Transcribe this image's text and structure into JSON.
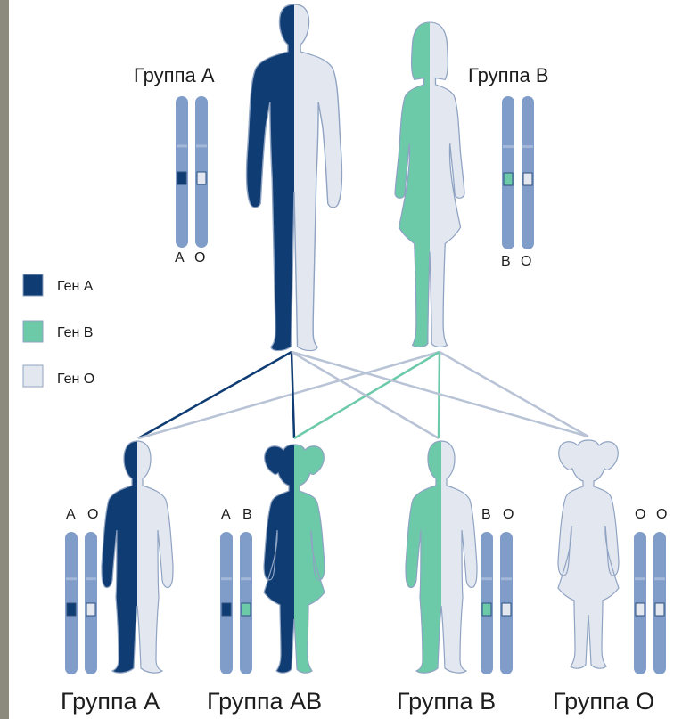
{
  "colors": {
    "gene_a": "#0f3c73",
    "gene_b": "#6ccaa9",
    "gene_o": "#e3e7f0",
    "chromosome": "#7f9dc8",
    "chromosome_band": "#a3b8d8",
    "outline": "#8fa3c2",
    "frame": "#8c8a7c"
  },
  "parents": {
    "father": {
      "group_label": "Группа A",
      "alleles": [
        "A",
        "O"
      ],
      "genes": [
        "a",
        "o"
      ]
    },
    "mother": {
      "group_label": "Группа B",
      "alleles": [
        "B",
        "O"
      ],
      "genes": [
        "b",
        "o"
      ]
    }
  },
  "legend": [
    {
      "label": "Ген А",
      "gene": "a"
    },
    {
      "label": "Ген В",
      "gene": "b"
    },
    {
      "label": "Ген О",
      "gene": "o"
    }
  ],
  "children": [
    {
      "group_label": "Группа A",
      "alleles": [
        "A",
        "O"
      ],
      "genes": [
        "a",
        "o"
      ]
    },
    {
      "group_label": "Группа AB",
      "alleles": [
        "A",
        "B"
      ],
      "genes": [
        "a",
        "b"
      ]
    },
    {
      "group_label": "Группа B",
      "alleles": [
        "B",
        "O"
      ],
      "genes": [
        "b",
        "o"
      ]
    },
    {
      "group_label": "Группа O",
      "alleles": [
        "O",
        "O"
      ],
      "genes": [
        "o",
        "o"
      ]
    }
  ]
}
